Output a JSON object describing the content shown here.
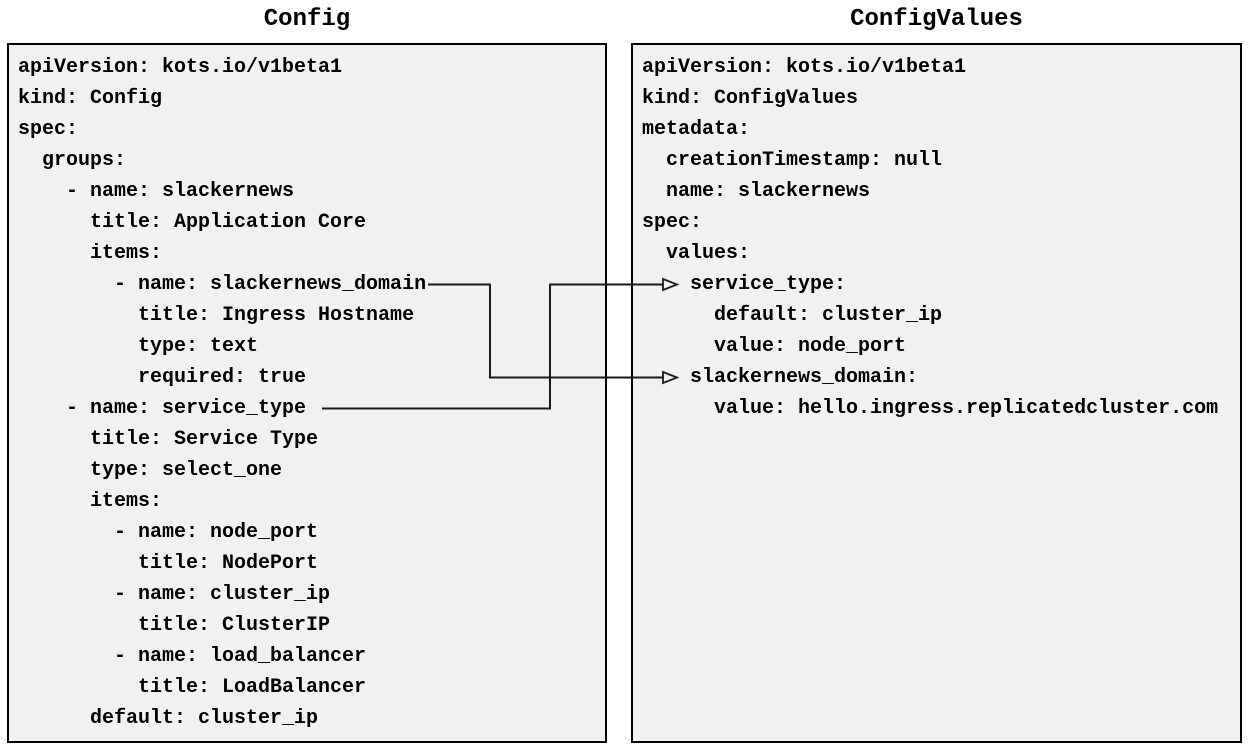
{
  "diagram": {
    "left_panel": {
      "title": "Config",
      "yaml": "apiVersion: kots.io/v1beta1\nkind: Config\nspec:\n  groups:\n    - name: slackernews\n      title: Application Core\n      items:\n        - name: slackernews_domain\n          title: Ingress Hostname\n          type: text\n          required: true\n    - name: service_type\n      title: Service Type\n      type: select_one\n      items:\n        - name: node_port\n          title: NodePort\n        - name: cluster_ip\n          title: ClusterIP\n        - name: load_balancer\n          title: LoadBalancer\n      default: cluster_ip"
    },
    "right_panel": {
      "title": "ConfigValues",
      "yaml": "apiVersion: kots.io/v1beta1\nkind: ConfigValues\nmetadata:\n  creationTimestamp: null\n  name: slackernews\nspec:\n  values:\n    service_type:\n      default: cluster_ip\n      value: node_port\n    slackernews_domain:\n      value: hello.ingress.replicatedcluster.com"
    },
    "connections": [
      {
        "from": "Config item: slackernews_domain",
        "to": "ConfigValues value: slackernews_domain"
      },
      {
        "from": "Config item: service_type",
        "to": "ConfigValues value: service_type"
      }
    ],
    "colors": {
      "panel_background": "#f1f1f1",
      "panel_border": "#000000",
      "text": "#000000",
      "connector": "#1a1a1a"
    }
  }
}
